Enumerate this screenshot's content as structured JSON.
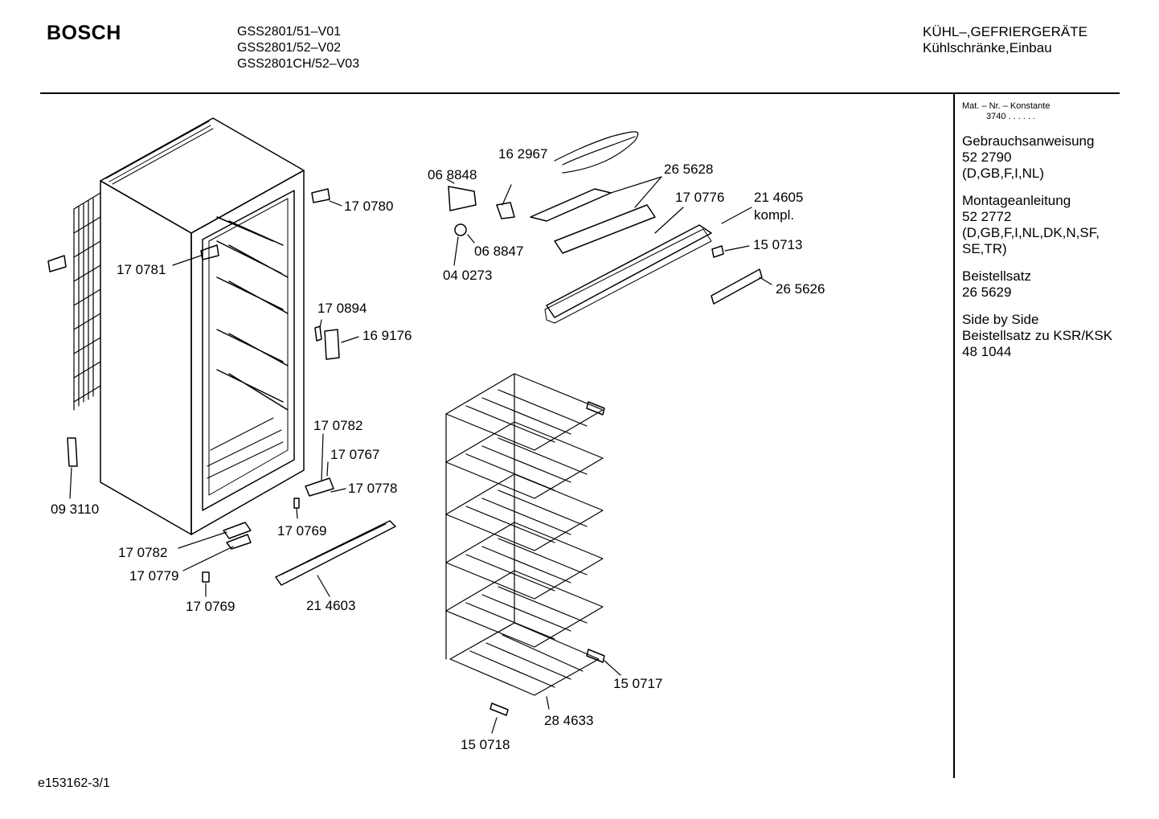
{
  "header": {
    "brand": "BOSCH",
    "models": [
      "GSS2801/51–V01",
      "GSS2801/52–V02",
      "GSS2801CH/52–V03"
    ],
    "category": [
      "KÜHL–,GEFRIERGERÄTE",
      "Kühlschränke,Einbau"
    ]
  },
  "sidebar": {
    "mat_title": "Mat. – Nr. – Konstante",
    "mat_value": "3740 . . . . . .",
    "groups": [
      {
        "lines": [
          "Gebrauchsanweisung",
          "52 2790",
          "(D,GB,F,I,NL)"
        ]
      },
      {
        "lines": [
          "Montageanleitung",
          "52 2772",
          "(D,GB,F,I,NL,DK,N,SF,",
          "SE,TR)"
        ]
      },
      {
        "lines": [
          "Beistellsatz",
          "26 5629"
        ]
      },
      {
        "lines": [
          "Side by Side",
          "Beistellsatz zu KSR/KSK",
          "48 1044"
        ]
      }
    ]
  },
  "parts": {
    "p170780": "17 0780",
    "p170781": "17 0781",
    "p093110": "09 3110",
    "p170894": "17 0894",
    "p169176": "16 9176",
    "p170782a": "17 0782",
    "p170767": "17 0767",
    "p170778": "17 0778",
    "p170769a": "17 0769",
    "p170782b": "17 0782",
    "p170779": "17 0779",
    "p170769b": "17 0769",
    "p214603": "21 4603",
    "p068848": "06 8848",
    "p162967": "16 2967",
    "p265628": "26 5628",
    "p170776": "17 0776",
    "p214605": "21 4605",
    "p214605b": "kompl.",
    "p150713": "15 0713",
    "p068847": "06 8847",
    "p040273": "04 0273",
    "p265626": "26 5626",
    "p150717": "15 0717",
    "p284633": "28 4633",
    "p150718": "15 0718"
  },
  "footer": {
    "code": "e153162-3/1"
  }
}
